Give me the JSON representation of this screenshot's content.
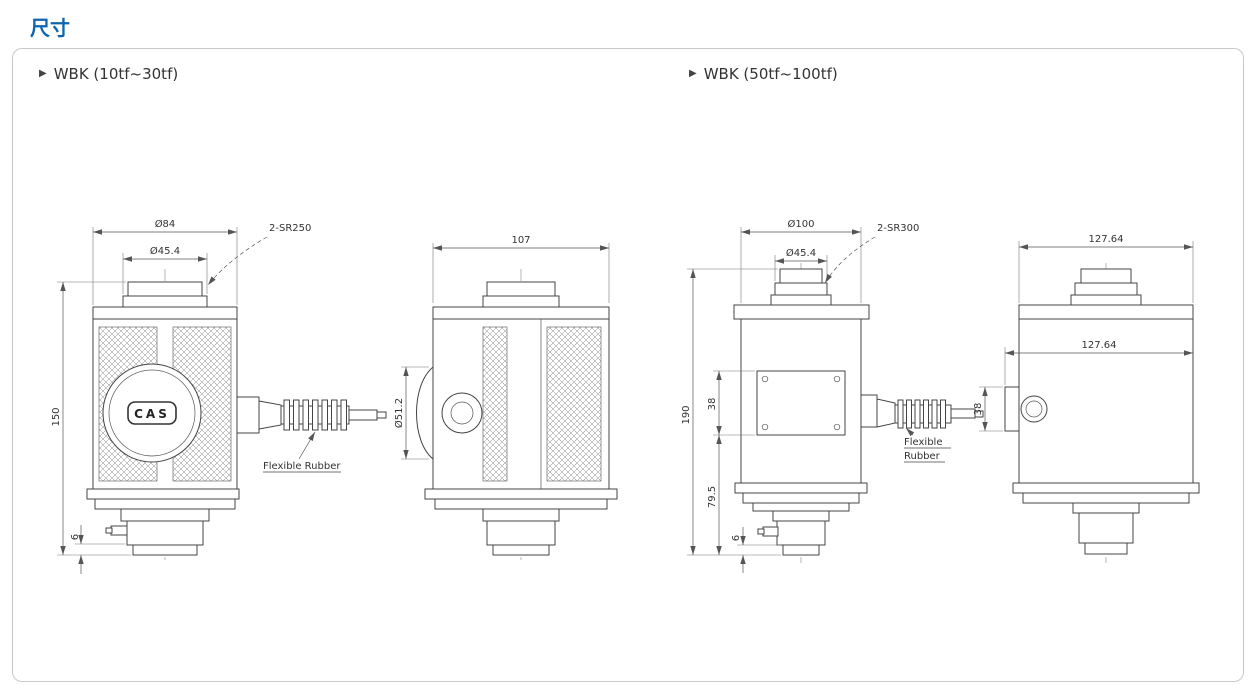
{
  "page": {
    "title": "尺寸",
    "accent_color": "#0f66b0",
    "background": "#ffffff"
  },
  "sections": [
    {
      "marker": "▶",
      "label": "WBK (10tf~30tf)",
      "logo": "CAS",
      "dims": {
        "top_outer": "Ø84",
        "top_inner": "Ø45.4",
        "sphere_radius": "2-SR250",
        "height": "150",
        "bottom_step": "6",
        "cable_label": "Flexible Rubber",
        "side_width": "107",
        "side_boss_dia": "Ø51.2"
      }
    },
    {
      "marker": "▶",
      "label": "WBK (50tf~100tf)",
      "dims": {
        "top_outer": "Ø100",
        "top_inner": "Ø45.4",
        "sphere_radius": "2-SR300",
        "height": "190",
        "plate_height": "38",
        "lower_height": "79.5",
        "bottom_step": "6",
        "cable_label_line1": "Flexible",
        "cable_label_line2": "Rubber",
        "side_width_top": "127.64",
        "side_width_mid": "127.64",
        "side_boss_height": "38"
      }
    }
  ]
}
